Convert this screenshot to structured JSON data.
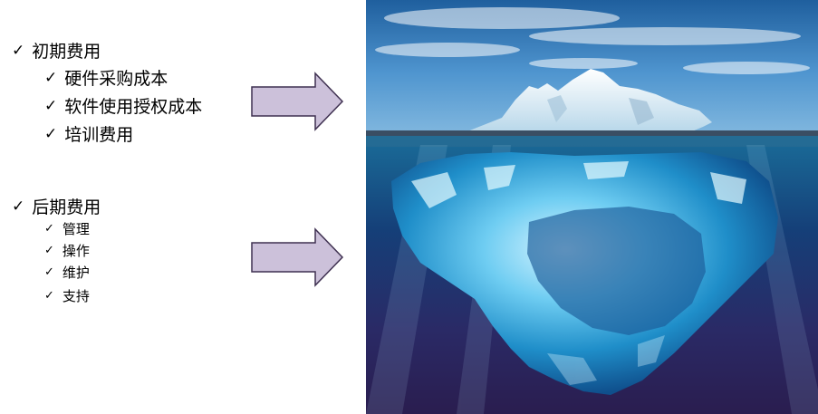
{
  "initial": {
    "heading": "初期费用",
    "items": [
      "硬件采购成本",
      "软件使用授权成本",
      "培训费用"
    ]
  },
  "later": {
    "heading": "后期费用",
    "items": [
      "管理",
      "操作",
      "维护",
      "支持"
    ]
  },
  "check_glyph": "✓",
  "colors": {
    "arrow_fill": "#ccc1da",
    "arrow_stroke": "#3f3151",
    "sky_top": "#2e78b8",
    "water_deep": "#2a1e55",
    "ice": "#bfe8ff"
  },
  "image": {
    "icon": "iceberg-illustration"
  }
}
